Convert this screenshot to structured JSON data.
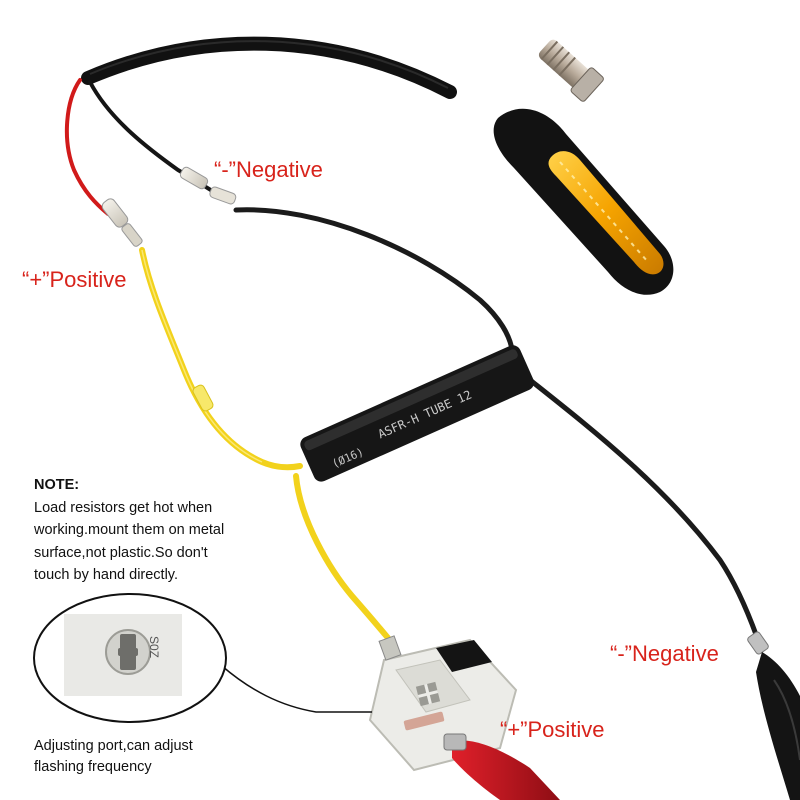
{
  "colors": {
    "label_red": "#d8231b",
    "wire_yellow": "#f2d21c",
    "wire_red": "#d11a1a",
    "wire_black": "#151515",
    "led_amber": "#f5a300"
  },
  "labels": {
    "negative_top": "“-”Negative",
    "positive_left": "“+”Positive",
    "negative_right": "“-”Negative",
    "positive_bottom": "“+”Positive"
  },
  "resistor_print": {
    "main": "ASFR-H TUBE 12",
    "spec": "(Ø16)"
  },
  "note": {
    "title": "NOTE:",
    "lines": [
      "Load resistors get hot when",
      "working.mount them on metal",
      "surface,not plastic.So don't",
      "touch by hand directly."
    ]
  },
  "adjust_caption": {
    "lines": [
      "Adjusting port,can adjust",
      "flashing frequency"
    ]
  },
  "icons": [
    "turn-signal-led-light",
    "load-resistor-tube",
    "flasher-relay",
    "alligator-clip",
    "bullet-connector",
    "adjusting-screw"
  ]
}
